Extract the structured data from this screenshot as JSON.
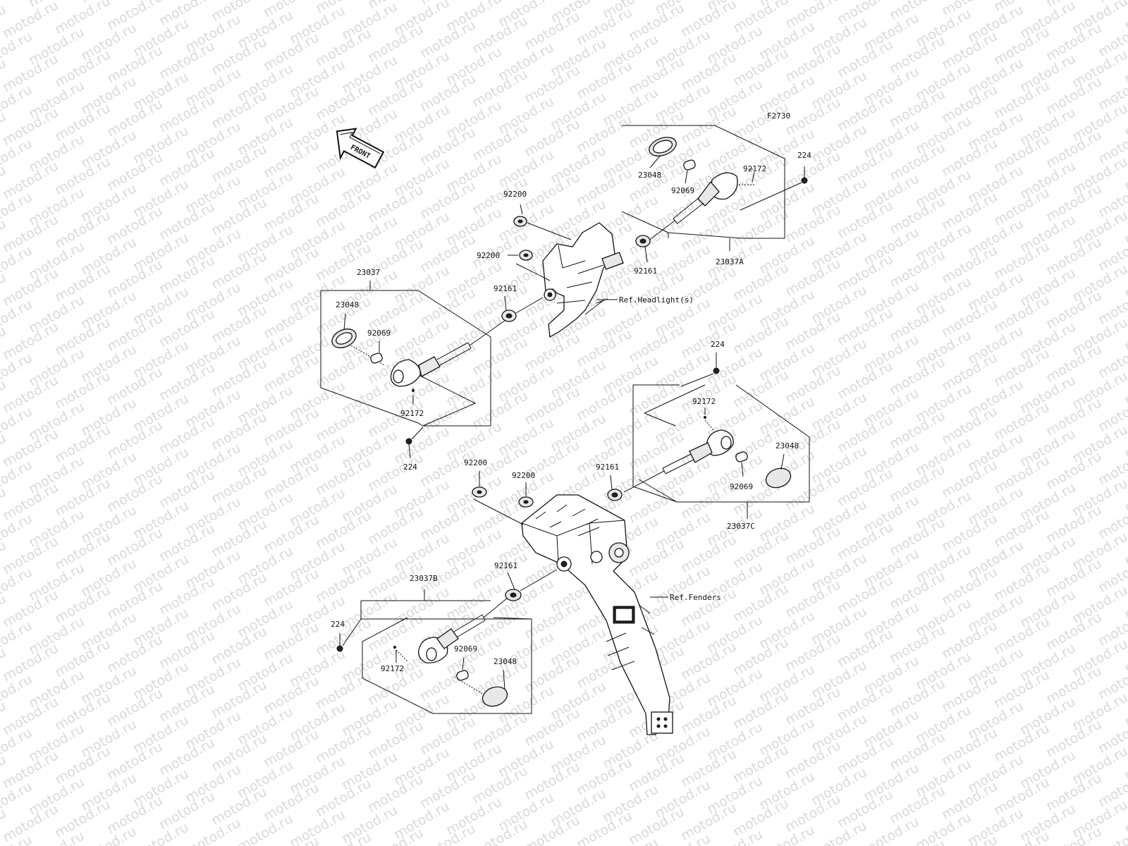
{
  "watermark": {
    "text": "motod.ru"
  },
  "figure_code": "F2730",
  "front_arrow": {
    "label": "FRONT"
  },
  "references": {
    "headlight": "Ref.Headlight(s)",
    "fenders": "Ref.Fenders"
  },
  "assemblies": {
    "front_right": {
      "assembly": "23037A",
      "lens": "23048",
      "bulb": "92069",
      "screw_small": "92172",
      "screw": "224",
      "grommet": "92161"
    },
    "front_left": {
      "assembly": "23037",
      "lens": "23048",
      "bulb": "92069",
      "screw_small": "92172",
      "screw": "224",
      "grommet": "92161"
    },
    "rear_right": {
      "assembly": "23037C",
      "lens": "23048",
      "bulb": "92069",
      "screw_small": "92172",
      "screw": "224",
      "grommet": "92161"
    },
    "rear_left": {
      "assembly": "23037B",
      "lens": "23048",
      "bulb": "92069",
      "screw_small": "92172",
      "screw": "224",
      "grommet": "92161"
    }
  },
  "bracket_parts": {
    "front_upper_collar": "92200",
    "front_lower_collar": "92200",
    "rear_left_collar": "92200",
    "rear_right_collar": "92200"
  },
  "colors": {
    "line": "#111111",
    "watermark": "#d9d9d9",
    "background": "#ffffff"
  }
}
